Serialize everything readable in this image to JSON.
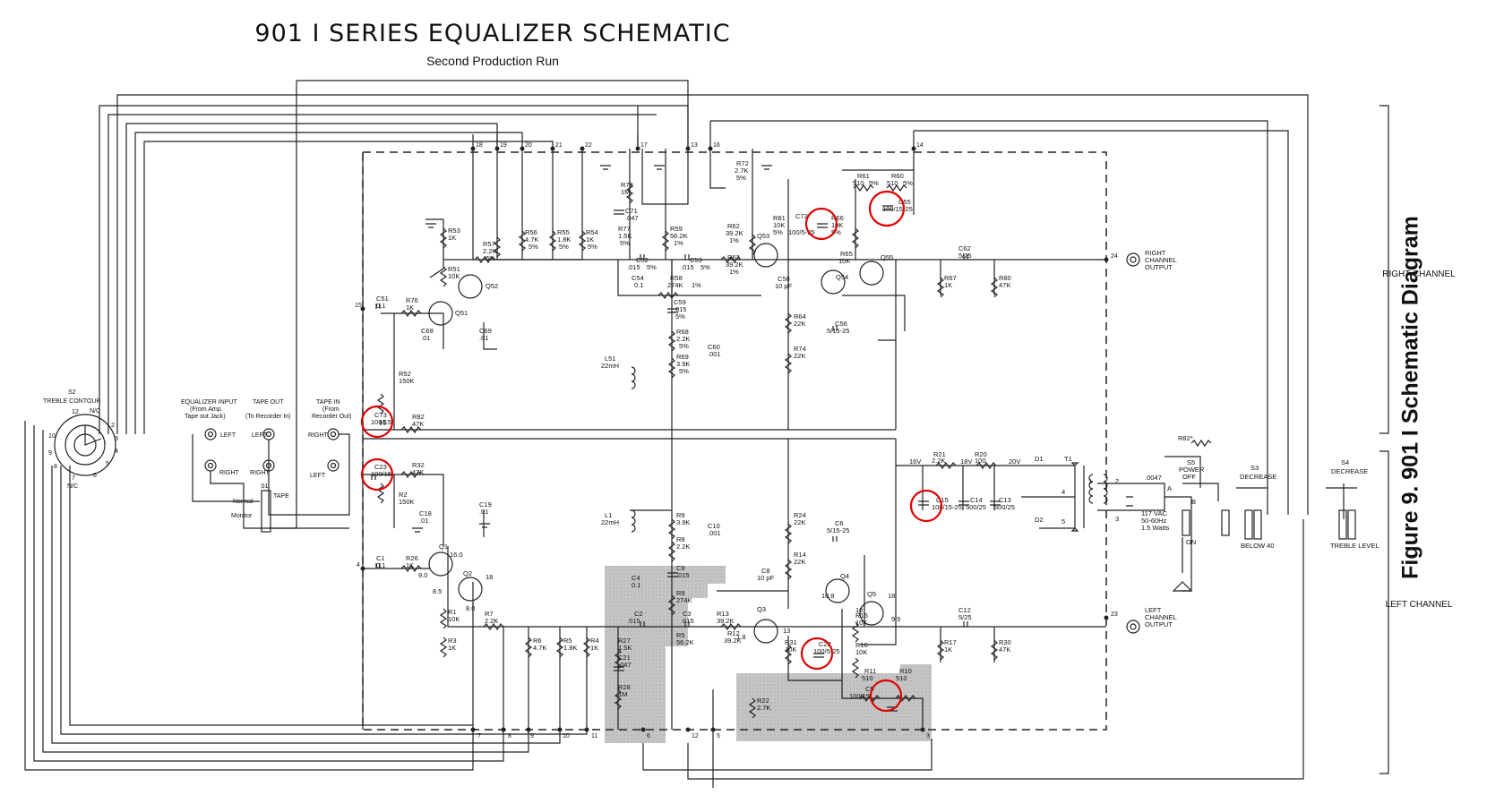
{
  "title": "901 I SERIES EQUALIZER SCHEMATIC",
  "subtitle": "Second Production Run",
  "figure_caption": "Figure 9. 901 I Schematic Diagram",
  "channels": {
    "right": "RIGHT CHANNEL",
    "left": "LEFT CHANNEL"
  },
  "highlight_color": "#e00000",
  "terminals": [
    "18",
    "19",
    "20",
    "21",
    "22",
    "17",
    "13",
    "16",
    "14",
    "15",
    "4",
    "7",
    "8",
    "9",
    "10",
    "11",
    "6",
    "12",
    "5",
    "3",
    "24",
    "23"
  ],
  "switch_s2": {
    "name": "S2",
    "line1": "TREBLE CONTOUR",
    "n1": "12",
    "n2": "N/C",
    "n3": "2",
    "n4": "3",
    "n5": "4",
    "n6": "5",
    "n7": "6",
    "n8": "7",
    "n9": "N/C",
    "n10": "8",
    "n11": "9",
    "n12": "10"
  },
  "jacks": {
    "eq_input": "EQUALIZER INPUT",
    "eq_input_sub1": "(From Amp.",
    "eq_input_sub2": "Tape out Jack)",
    "tape_out": "TAPE OUT",
    "tape_out_sub": "(To Recorder In)",
    "tape_in": "TAPE IN",
    "tape_in_sub1": "(From",
    "tape_in_sub2": "Recorder Out)",
    "left": "LEFT",
    "right": "RIGHT",
    "s1": "S1",
    "s1_tape": "TAPE",
    "normal": "Normal",
    "monitor": "Monitor"
  },
  "right_channel": {
    "r53": "R53",
    "r53v": "1K",
    "r51": "R51",
    "r51v": "10K",
    "q52": "Q52",
    "q51": "Q51",
    "c51": "C51",
    "c51v": "0.1",
    "r76": "R76",
    "r76v": "1K",
    "c68": "C68",
    "c68v": ".01",
    "c69": "C69",
    "c69v": ".01",
    "r52": "R52",
    "r52v": "150K",
    "c73": "C73",
    "c73v": "100/15",
    "r82": "R82",
    "r82v": "47K",
    "r57": "R57",
    "r57v": "2.2K",
    "r57t": "5%",
    "r56": "R56",
    "r56v": "4.7K",
    "r55": "R55",
    "r55v": "1.8K",
    "r54": "R54",
    "r54v": "1K",
    "p5": "5%",
    "r78": "R78",
    "r78v": "1M",
    "c71": "C71",
    "c71v": ".047",
    "r77": "R77",
    "r77v": "1.5K",
    "r59": "R59",
    "r59v": "56.2K",
    "p1": "1%",
    "c52": "C52",
    "c52v": ".015",
    "c53": "C53",
    "c53v": ".015",
    "c54": "C54",
    "c54v": "0.1",
    "r58": "R58",
    "r58v": "274K",
    "c59": "C59",
    "c59v": ".015",
    "r68": "R68",
    "r68v": "2.2K",
    "r69": "R69",
    "r69v": "3.9K",
    "c60": "C60",
    "c60v": ".001",
    "l51": "L51",
    "l51v": "22mH",
    "r72": "R72",
    "r72v": "2.7K",
    "r62": "R62",
    "r62v": "39.2K",
    "r63": "R63",
    "r63v": "39.2K",
    "q53": "Q53",
    "r81": "R81",
    "r81v": "10K",
    "c72": "C72",
    "c72v": "100/5-25",
    "r66": "R66",
    "r66v": "10K",
    "r61": "R61",
    "r61v": "510",
    "r60": "R60",
    "r60v": "510",
    "c55": "C55",
    "c55v": "100/15-25",
    "c58": "C58",
    "c58v": "10 pF",
    "r65": "R65",
    "r65v": "10K",
    "q54": "Q54",
    "q55": "Q55",
    "r64": "R64",
    "r64v": "22K",
    "c56": "C56",
    "c56v": "5/15-25",
    "r74": "R74",
    "r74v": "22K",
    "c62": "C62",
    "c62v": "5/25",
    "r67": "R67",
    "r67v": "1K",
    "r80": "R80",
    "r80v": "47K",
    "output": "RIGHT",
    "output2": "CHANNEL",
    "output3": "OUTPUT"
  },
  "left_channel": {
    "c23": "C23",
    "c23v": "100/15",
    "r32": "R32",
    "r32v": "47K",
    "r2": "R2",
    "r2v": "150K",
    "c18": "C18",
    "c18v": ".01",
    "c19": "C19",
    "c19v": ".01",
    "c1": "C1",
    "c1v": "0.1",
    "r26": "R26",
    "r26v": "1K",
    "q1": "Q1",
    "q2": "Q2",
    "v16": "16.0",
    "v9": "9.0",
    "v85": "8.5",
    "v80": "8.0",
    "v18": "18",
    "r1": "R1",
    "r1v": "10K",
    "r3": "R3",
    "r3v": "1K",
    "r7": "R7",
    "r7v": "2.2K",
    "r6": "R6",
    "r6v": "4.7K",
    "r5": "R5",
    "r5v": "1.8K",
    "r4": "R4",
    "r4v": "1K",
    "l1": "L1",
    "l1v": "22mH",
    "r9": "R9",
    "r9v": "3.9K",
    "r8": "R8",
    "r8v": "2.2K",
    "c10": "C10",
    "c10v": ".001",
    "c9": "C9",
    "c9v": ".015",
    "c4": "C4",
    "c4v": "0.1",
    "r9b": "R9",
    "r9bv": "274K",
    "c2": "C2",
    "c2v": ".015",
    "c3": "C3",
    "c3v": ".015",
    "r27": "R27",
    "r27v": "1.5K",
    "r5b": "R5",
    "r5bv": "56.2K",
    "c21": "C21",
    "c21v": ".047",
    "r28": "R28",
    "r28v": "1M",
    "r13": "R13",
    "r13v": "39.2K",
    "c8": "C8",
    "c8v": "10 pF",
    "q3": "Q3",
    "q4": "Q4",
    "q5": "Q5",
    "r24": "R24",
    "r24v": "22K",
    "c6": "C6",
    "c6v": "5/15-25",
    "r14": "R14",
    "r14v": "22K",
    "r12": "R12",
    "r12v": "39.2K",
    "r31": "R31",
    "r31v": "10K",
    "c22": "C22",
    "c22v": "100/5-25",
    "r15": "R15",
    "r15v": "10K",
    "r16": "R16",
    "r16v": "10K",
    "r11": "R11",
    "r11v": "510",
    "r10": "R10",
    "r10v": "510",
    "c5": "C5",
    "c5v": "100/15",
    "r22": "R22",
    "r22v": "2.7K",
    "c12": "C12",
    "c12v": "5/25",
    "r17": "R17",
    "r17v": "1K",
    "r30": "R30",
    "r30v": "47K",
    "v108": "10.8",
    "v18b": "18",
    "v95": "9.5",
    "v10": "10",
    "v18c": "1.8",
    "v13": "13",
    "output": "LEFT",
    "output2": "CHANNEL",
    "output3": "OUTPUT"
  },
  "power": {
    "v16": "16V",
    "r21": "R21",
    "r21v": "2.2K",
    "v18": "18V",
    "r20": "R20",
    "r20v": "100",
    "v20": "20V",
    "c15": "C15",
    "c15v": "100/15-25",
    "c14": "C14",
    "c14v": "500/25",
    "c13": "C13",
    "c13v": "500/25",
    "d1": "D1",
    "d2": "D2",
    "t1": "T1",
    "r82": "R82*",
    "c0047": ".0047",
    "s5": "S5",
    "s5a": "POWER",
    "s5b": "OFF",
    "ac": "117 VAC",
    "ac2": "50-60Hz",
    "ac3": "1.5 Watts",
    "on": "ON",
    "a": "A",
    "b": "B",
    "one": "1",
    "two": "2",
    "three": "3",
    "four": "4",
    "five": "5"
  },
  "switches": {
    "s3": "S3",
    "s3a": "DECREASE",
    "s3b": "BELOW 40",
    "s4": "S4",
    "s4a": "DECREASE",
    "s4b": "TREBLE LEVEL"
  }
}
